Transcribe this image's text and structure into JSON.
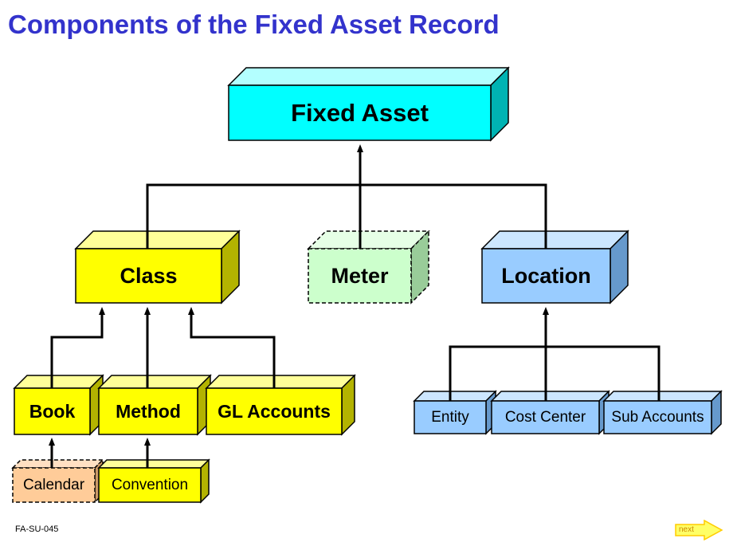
{
  "title": "Components of the Fixed Asset Record",
  "nodes": {
    "fixed_asset": "Fixed Asset",
    "class": "Class",
    "meter": "Meter",
    "location": "Location",
    "book": "Book",
    "method": "Method",
    "gl_accounts": "GL Accounts",
    "calendar": "Calendar",
    "convention": "Convention",
    "entity": "Entity",
    "cost_center": "Cost Center",
    "sub_accounts": "Sub Accounts"
  },
  "colors": {
    "title": "#3333cc",
    "fixed_asset": "#00ffff",
    "yellow": "#ffff00",
    "meter": "#ccffcc",
    "blue": "#99ccff",
    "calendar": "#ffcc99"
  },
  "footer": {
    "code": "FA-SU-045",
    "next_label": "next"
  }
}
